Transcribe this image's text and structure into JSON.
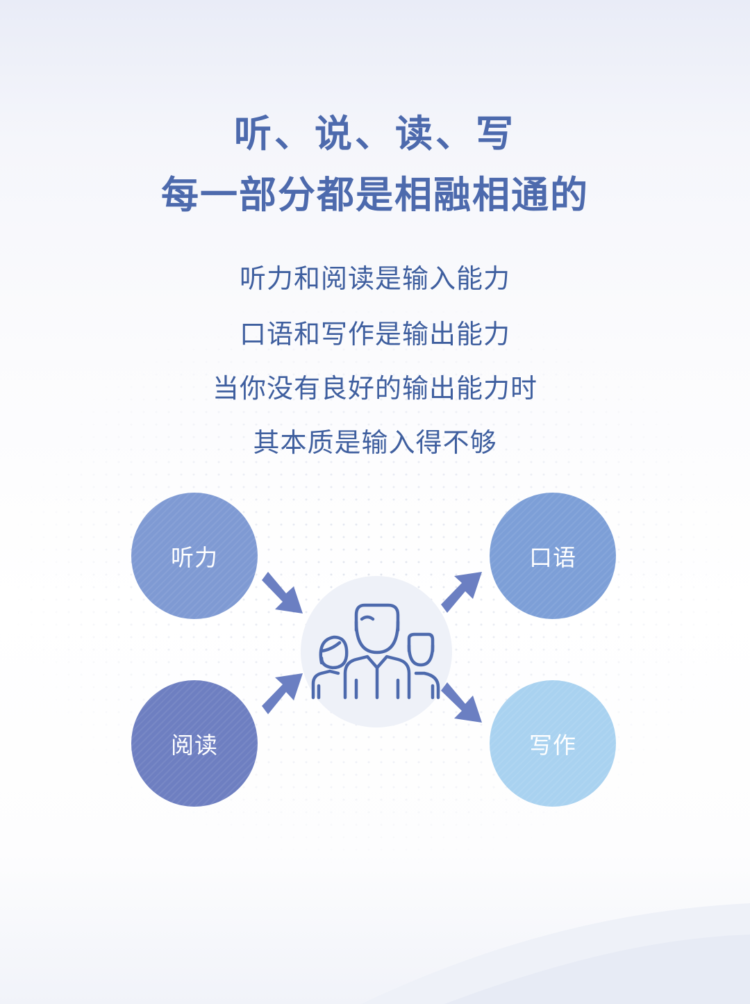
{
  "header": {
    "title_line1": "听、说、读、写",
    "title_line2": "每一部分都是相融相通的"
  },
  "body": {
    "lines": [
      "听力和阅读是输入能力",
      "口语和写作是输出能力",
      "当你没有良好的输出能力时",
      "其本质是输入得不够"
    ]
  },
  "diagram": {
    "nodes": {
      "listening": "听力",
      "reading": "阅读",
      "speaking": "口语",
      "writing": "写作"
    },
    "center_icon": "people-group-icon",
    "colors": {
      "listening": "#7f9ad3",
      "reading": "#6e7fc1",
      "speaking": "#7d9fd7",
      "writing": "#a9d2f0",
      "arrow": "#6b7fc2",
      "icon_stroke": "#4d6aad"
    }
  }
}
